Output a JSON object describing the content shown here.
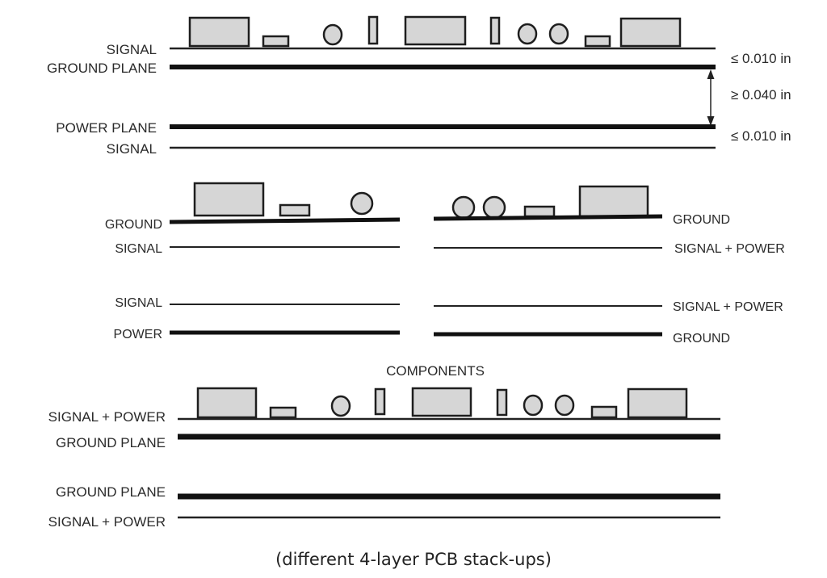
{
  "stackup_a": {
    "layers": [
      "SIGNAL",
      "GROUND PLANE",
      "POWER PLANE",
      "SIGNAL"
    ],
    "dimensions": [
      "≤ 0.010 in",
      "≥ 0.040 in",
      "≤ 0.010 in"
    ]
  },
  "stackup_b": {
    "left_layers": [
      "GROUND",
      "SIGNAL",
      "SIGNAL",
      "POWER"
    ],
    "right_layers": [
      "GROUND",
      "SIGNAL + POWER",
      "SIGNAL + POWER",
      "GROUND"
    ]
  },
  "stackup_c": {
    "heading": "COMPONENTS",
    "layers": [
      "SIGNAL + POWER",
      "GROUND PLANE",
      "GROUND PLANE",
      "SIGNAL + POWER"
    ]
  },
  "caption": "(different 4-layer PCB stack-ups)"
}
